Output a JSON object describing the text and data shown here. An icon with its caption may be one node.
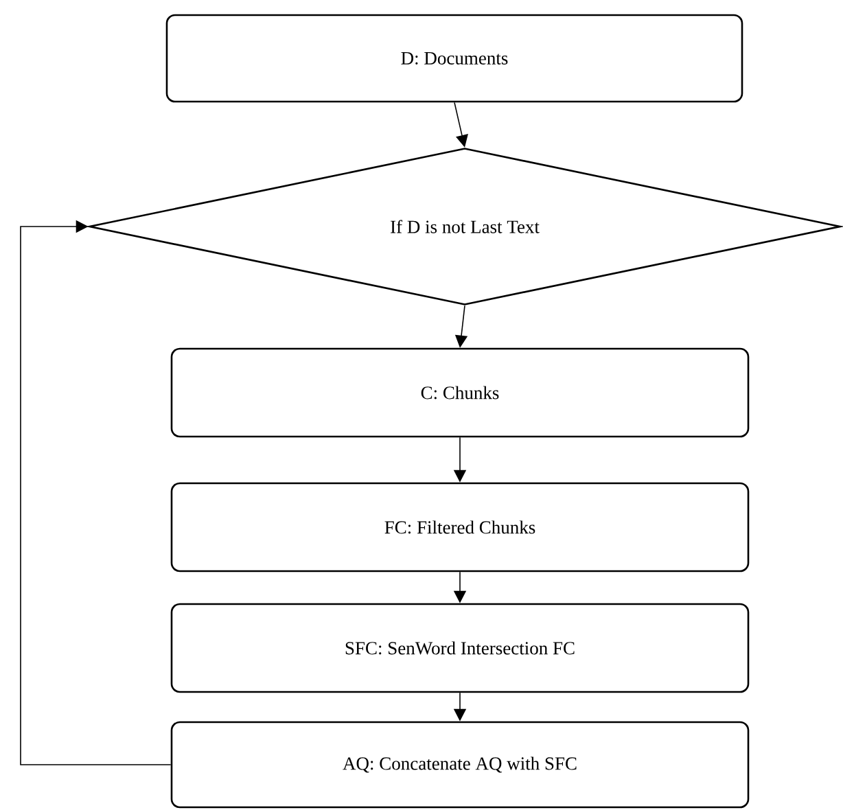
{
  "diagram": {
    "nodes": [
      {
        "text": [
          "D: Documents"
        ]
      },
      {
        "text": [
          "If D is not Last Text"
        ]
      },
      {
        "text": [
          "C: Chunks"
        ]
      },
      {
        "text": [
          "FC: Filtered Chunks"
        ]
      },
      {
        "text": [
          "SFC: SenWord Intersection FC"
        ]
      },
      {
        "text": [
          "AQ: Concatenate AQ with SFC"
        ]
      }
    ],
    "edges": [
      {
        "from": 0,
        "to": 1,
        "arrow": "to"
      },
      {
        "from": 1,
        "to": 2,
        "arrow": "to"
      },
      {
        "from": 2,
        "to": 3,
        "arrow": "to"
      },
      {
        "from": 3,
        "to": 4,
        "arrow": "to"
      },
      {
        "from": 4,
        "to": 5,
        "arrow": "to"
      },
      {
        "from": 5,
        "to": 1,
        "arrow": "to"
      }
    ]
  }
}
